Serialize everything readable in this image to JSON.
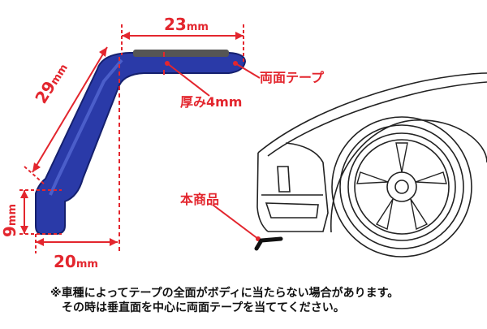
{
  "dimensions": {
    "top_width": {
      "value": "23",
      "unit": "mm"
    },
    "slant_length": {
      "value": "29",
      "unit": "mm"
    },
    "bottom_width": {
      "value": "20",
      "unit": "mm"
    },
    "flange_height": {
      "value": "9",
      "unit": "mm"
    }
  },
  "callouts": {
    "double_sided_tape": "両面テープ",
    "thickness": "厚み4mm",
    "this_product": "本商品"
  },
  "notes": [
    "※車種によってテープの全面がボディに当たらない場合があります。",
    "その時は垂直面を中心に両面テープを当ててください。"
  ],
  "colors": {
    "dimension_red": "#e3262e",
    "product_blue": "#2a3aa8",
    "tape_gray": "#555555",
    "line_art": "#222222"
  }
}
